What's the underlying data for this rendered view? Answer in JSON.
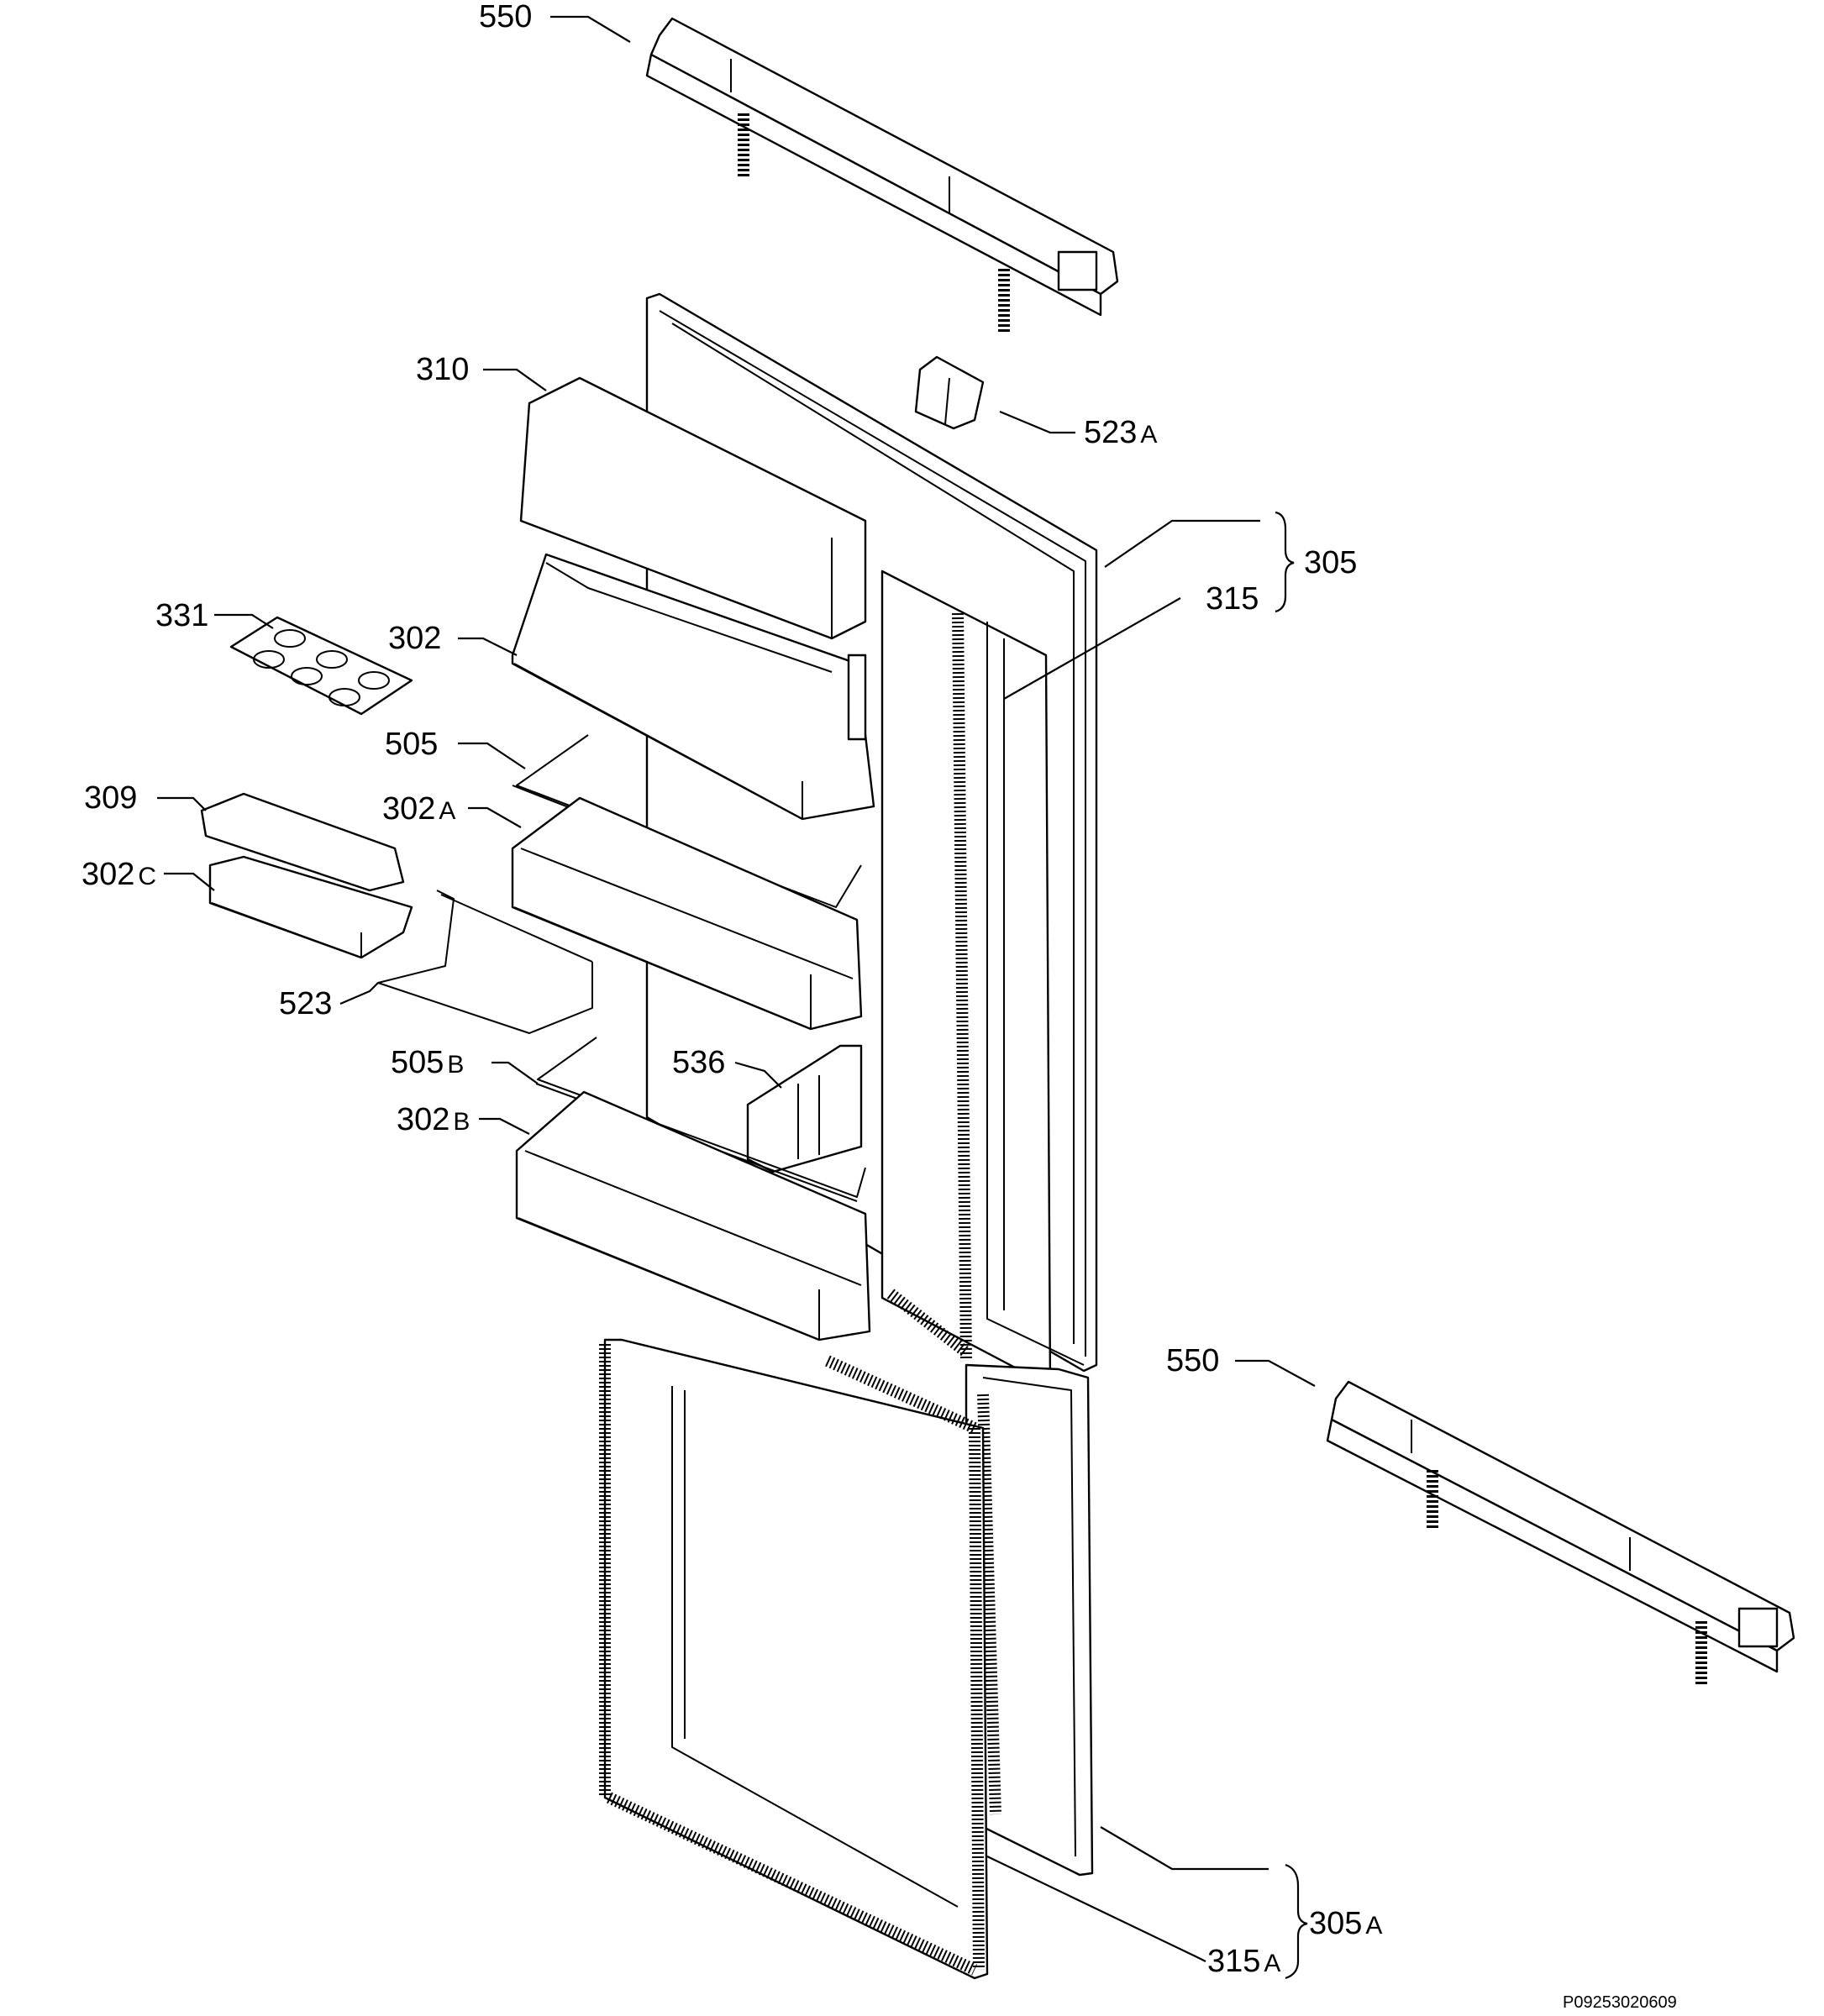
{
  "labels": {
    "top_550": "550",
    "p310": "310",
    "p523a_num": "523",
    "p523a_sfx": "A",
    "p305_top": "305",
    "p315": "315",
    "p331": "331",
    "p302": "302",
    "p505": "505",
    "p309": "309",
    "p302a_num": "302",
    "p302a_sfx": "A",
    "p302c_num": "302",
    "p302c_sfx": "C",
    "p523": "523",
    "p536": "536",
    "p505b_num": "505",
    "p505b_sfx": "B",
    "p302b_num": "302",
    "p302b_sfx": "B",
    "bottom_550": "550",
    "p305a_num": "305",
    "p305a_sfx": "A",
    "p315a_num": "315",
    "p315a_sfx": "A"
  },
  "drawing_code": "P09253020609"
}
